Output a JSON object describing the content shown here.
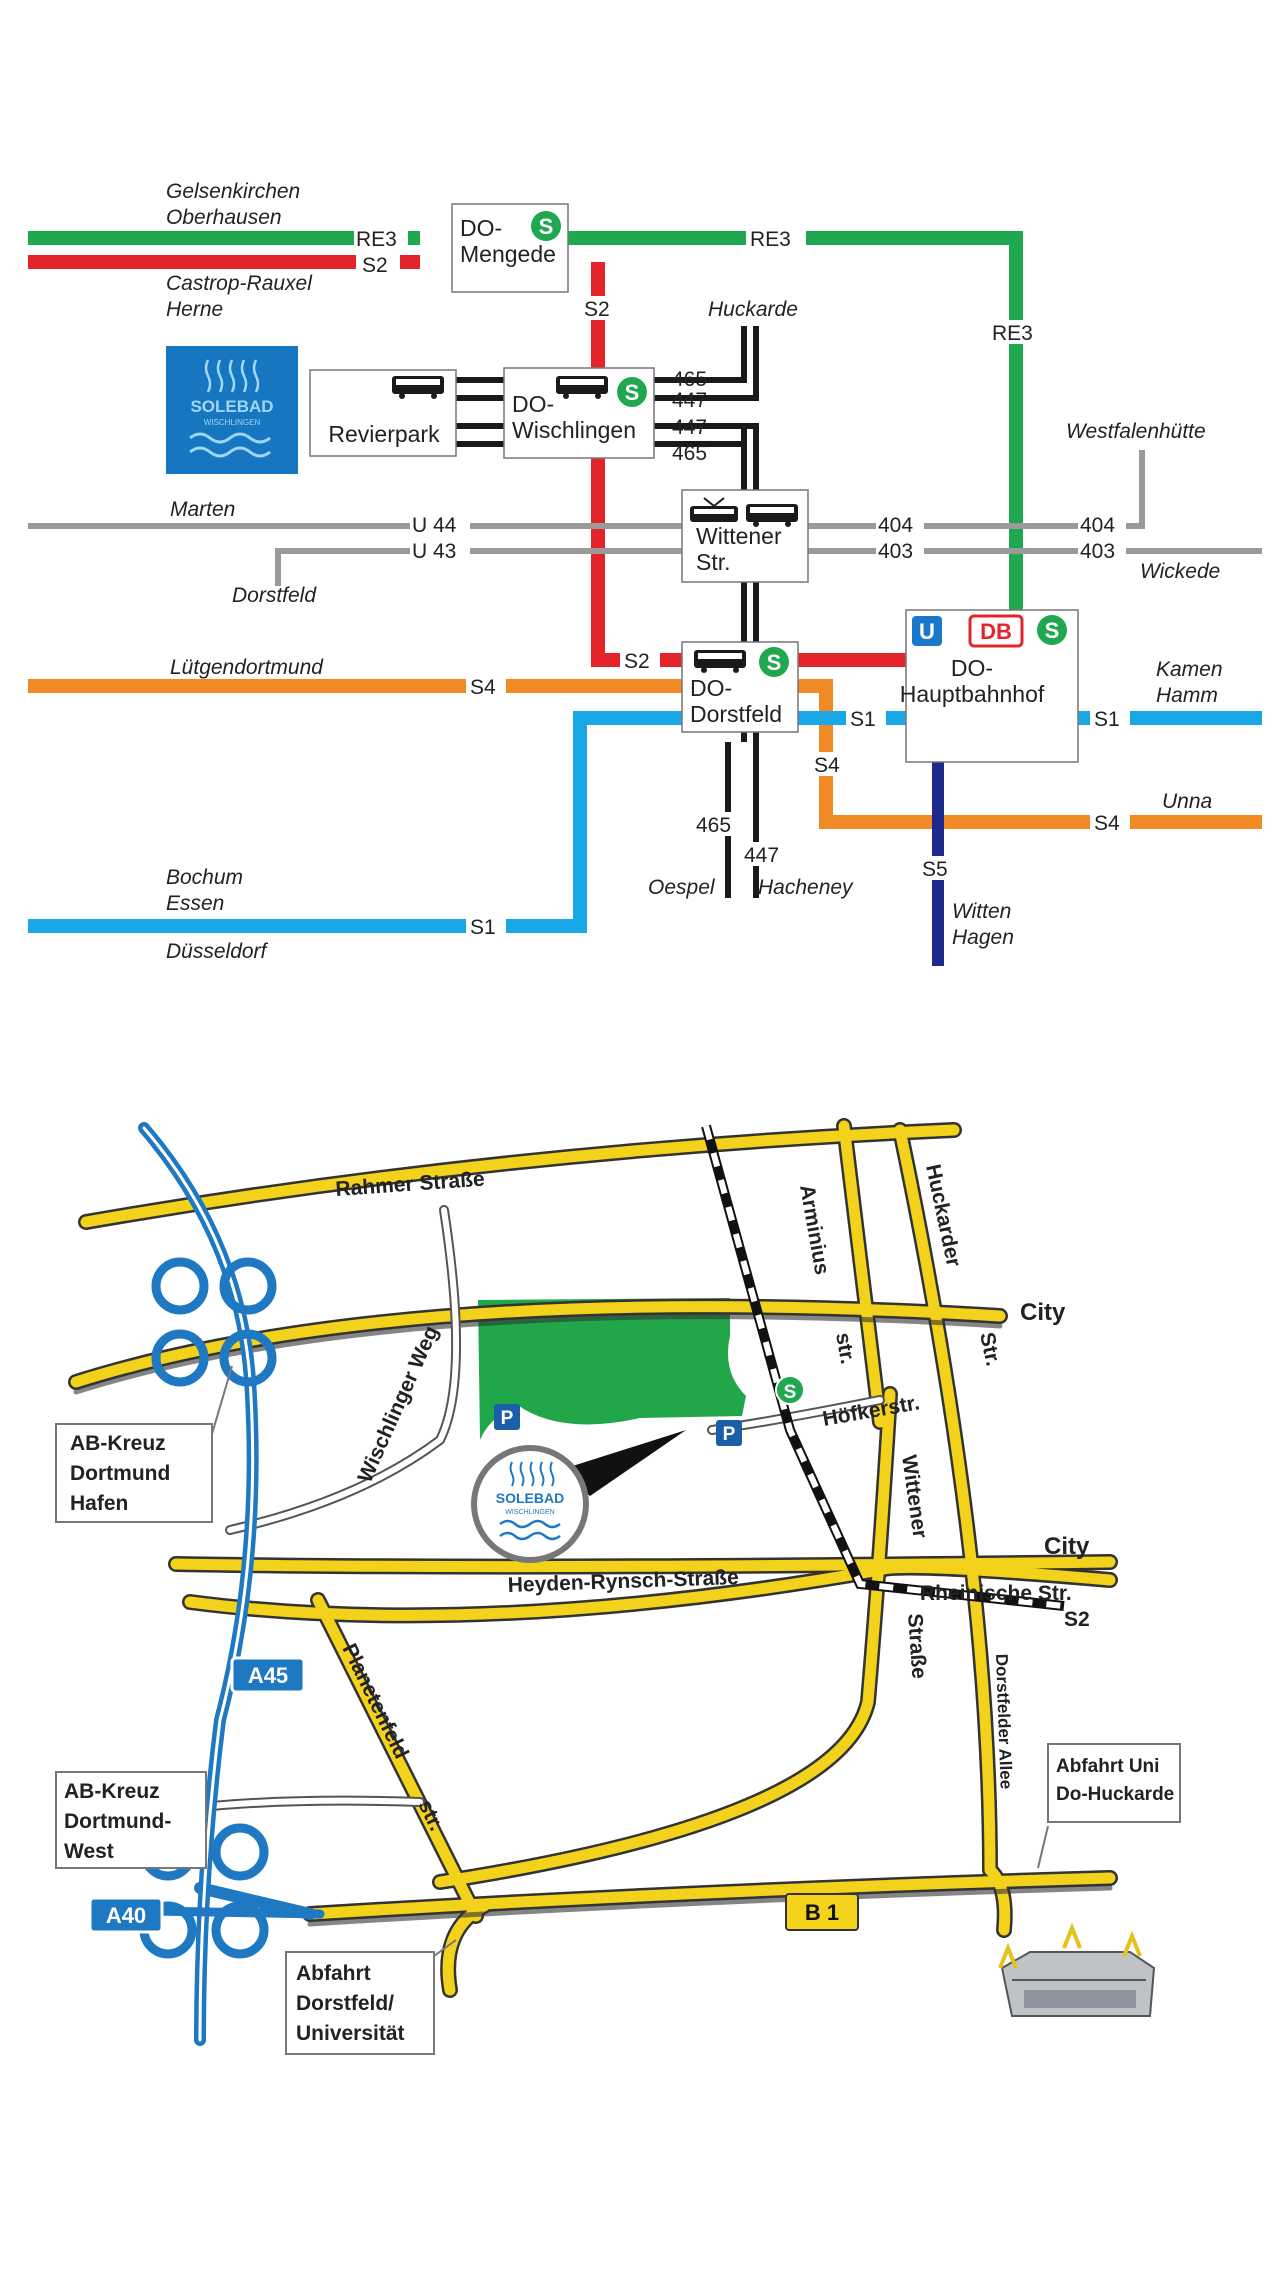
{
  "transit_map": {
    "stations": {
      "mengede": "DO-\nMengede",
      "wischlingen": "DO-\nWischlingen",
      "revierpark": "Revierpark",
      "wittener": "Wittener\nStr.",
      "dorstfeld": "DO-\nDorstfeld",
      "hbf": "DO-\nHauptbahnhof"
    },
    "badges": {
      "s": "S",
      "u": "U",
      "db": "DB"
    },
    "line_labels": {
      "re3_west": "RE3",
      "re3_mid": "RE3",
      "re3_vert": "RE3",
      "s2_west": "S2",
      "s2_vert": "S2",
      "s2_south": "S2",
      "b465_a": "465",
      "b447_a": "447",
      "b447_b": "447",
      "b465_b": "465",
      "u44": "U 44",
      "u43": "U 43",
      "t404_a": "404",
      "t403_a": "403",
      "t404_b": "404",
      "t403_b": "403",
      "s4_west": "S4",
      "s4_vert": "S4",
      "s4_east": "S4",
      "s1_mid": "S1",
      "s1_east": "S1",
      "s1_west": "S1",
      "s5": "S5",
      "b465_c": "465",
      "b447_c": "447"
    },
    "places": {
      "gelsenkirchen": "Gelsenkirchen\nOberhausen",
      "castrop": "Castrop-Rauxel\nHerne",
      "huckarde": "Huckarde",
      "westfalenhuette": "Westfalenhütte",
      "marten": "Marten",
      "dorstfeld": "Dorstfeld",
      "wickede": "Wickede",
      "luetgendortmund": "Lütgendortmund",
      "kamen": "Kamen\nHamm",
      "unna": "Unna",
      "bochum": "Bochum\nEssen",
      "duesseldorf": "Düsseldorf",
      "oespel": "Oespel",
      "hacheney": "Hacheney",
      "witten": "Witten\nHagen"
    },
    "logo": {
      "brand": "SOLEBAD",
      "sub": "WISCHLINGEN"
    }
  },
  "road_map": {
    "roads": {
      "rahmer": "Rahmer Straße",
      "arminius": "Arminius",
      "arminius_str": "str.",
      "huckarder": "Huckarder",
      "huckarder_str": "Str.",
      "city_top": "City",
      "wischlinger": "Wischlinger Weg",
      "hoefker": "Höfkerstr.",
      "wittener": "Wittener",
      "strasse": "Straße",
      "heyden": "Heyden-Rynsch-Straße",
      "city_mid": "City",
      "rheinische": "Rheinische Str.",
      "s2": "S2",
      "planeten": "Planetenfeld",
      "planeten_str": "str.",
      "dorstfelder": "Dorstfelder Allee",
      "a45": "A45",
      "a40": "A40",
      "b1": "B 1"
    },
    "callouts": {
      "ab_hafen": "AB-Kreuz\nDortmund\nHafen",
      "ab_west": "AB-Kreuz\nDortmund-\nWest",
      "abfahrt_uni": "Abfahrt Uni\nDo-Huckarde",
      "abfahrt_dorstfeld": "Abfahrt\nDorstfeld/\nUniversität"
    },
    "markers": {
      "parking": "P",
      "s": "S"
    },
    "logo": {
      "brand": "SOLEBAD",
      "sub": "WISCHLINGEN"
    }
  },
  "colors": {
    "re3": "#1fa84f",
    "s2": "#e3242b",
    "bus": "#1a1a1a",
    "tram": "#9a9a9a",
    "s4": "#f08a24",
    "s1": "#1aa7e6",
    "s5": "#1d2a8c",
    "motorway": "#1e78c2",
    "road": "#f2d21b",
    "park": "#21a74a",
    "solebad": "#1676bf"
  }
}
